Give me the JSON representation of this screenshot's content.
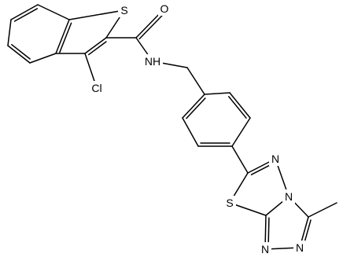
{
  "molecule": {
    "atoms": {
      "thiophene_s": "S",
      "chloro": "Cl",
      "carbonyl_o": "O",
      "amide_nh": "NH",
      "thiadiazole_s": "S",
      "triazole_n_top": "N",
      "triazole_n_bridge": "N",
      "triazole_n_bottom_left": "N",
      "triazole_n_bottom_right": "N"
    }
  }
}
